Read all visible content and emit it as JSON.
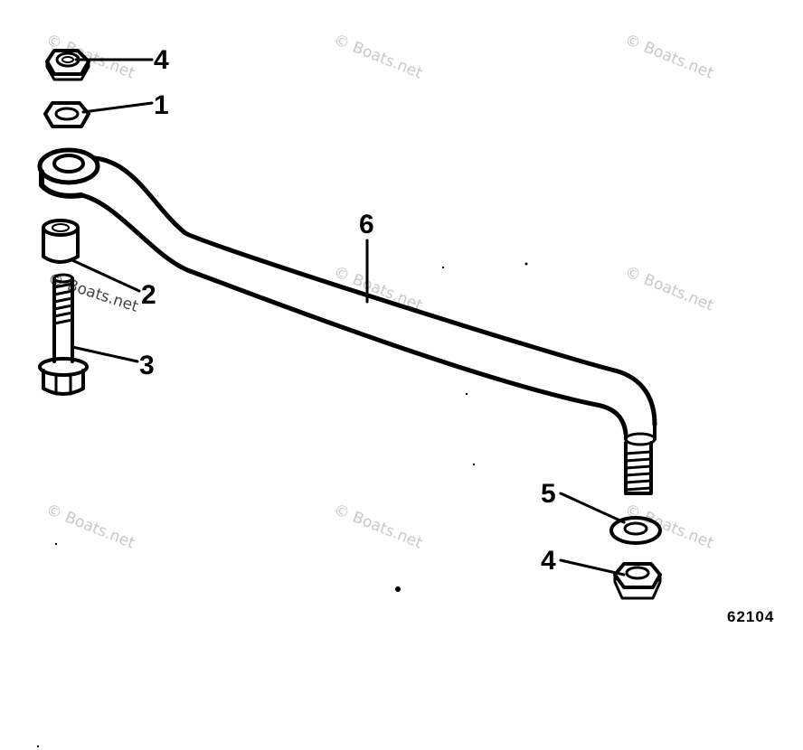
{
  "diagram": {
    "callouts": [
      "4",
      "1",
      "2",
      "3",
      "6",
      "5",
      "4"
    ],
    "part_number": "62104",
    "watermark": "© Boats.net"
  }
}
